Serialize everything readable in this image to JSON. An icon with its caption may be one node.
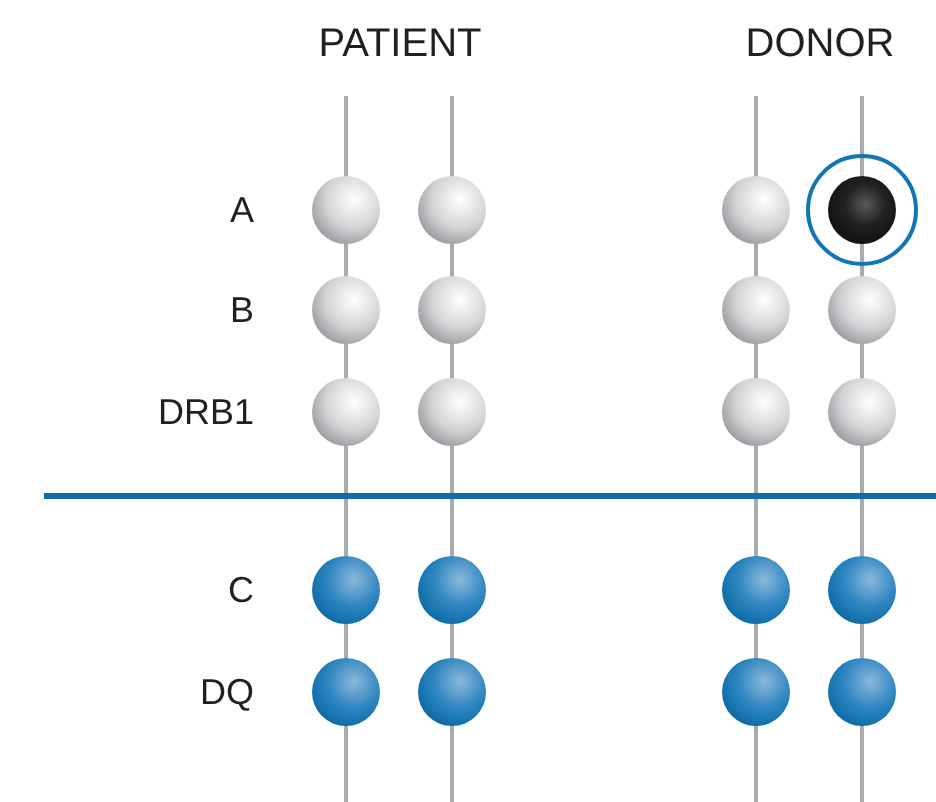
{
  "diagram": {
    "labels": [
      "PATIENT",
      "DONOR",
      "A",
      "B",
      "DRB1",
      "C",
      "DQ"
    ]
  }
}
